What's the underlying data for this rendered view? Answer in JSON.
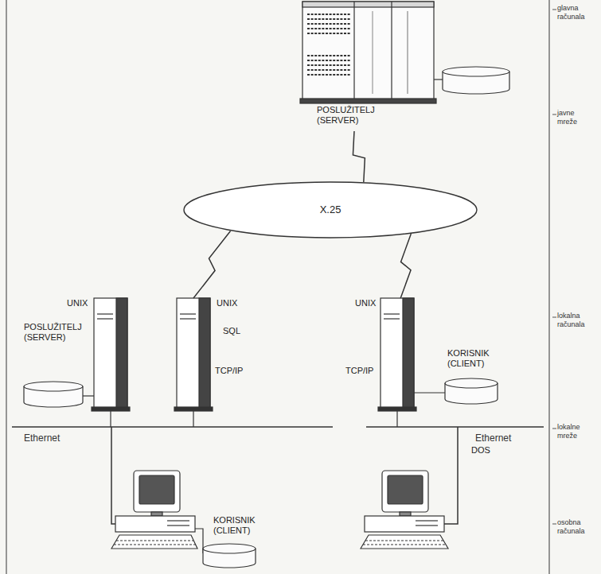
{
  "diagram": {
    "nodes": [
      {
        "text": [
          "POSLUŽITELJ (SERVER)"
        ]
      },
      {
        "text": [
          "X.25"
        ]
      },
      {
        "text": [
          "UNIX",
          "POSLUŽITELJ (SERVER)"
        ]
      },
      {
        "text": [
          "UNIX",
          "SQL",
          "TCP/IP"
        ]
      },
      {
        "text": [
          "UNIX",
          "TCP/IP",
          "KORISNIK (CLIENT)"
        ]
      },
      {
        "text": [
          "KORISNIK (CLIENT)"
        ]
      },
      {
        "text": [
          "DOS"
        ]
      }
    ],
    "edges": [
      {
        "from": 0,
        "to": 1,
        "arrow": "none"
      },
      {
        "from": 1,
        "to": 3,
        "arrow": "none"
      },
      {
        "from": 1,
        "to": 4,
        "arrow": "none"
      }
    ],
    "labels": [
      "glavna računala",
      "javne mreže",
      "lokalna računala",
      "Ethernet",
      "Ethernet",
      "lokalne mreže",
      "osobna računala"
    ]
  }
}
